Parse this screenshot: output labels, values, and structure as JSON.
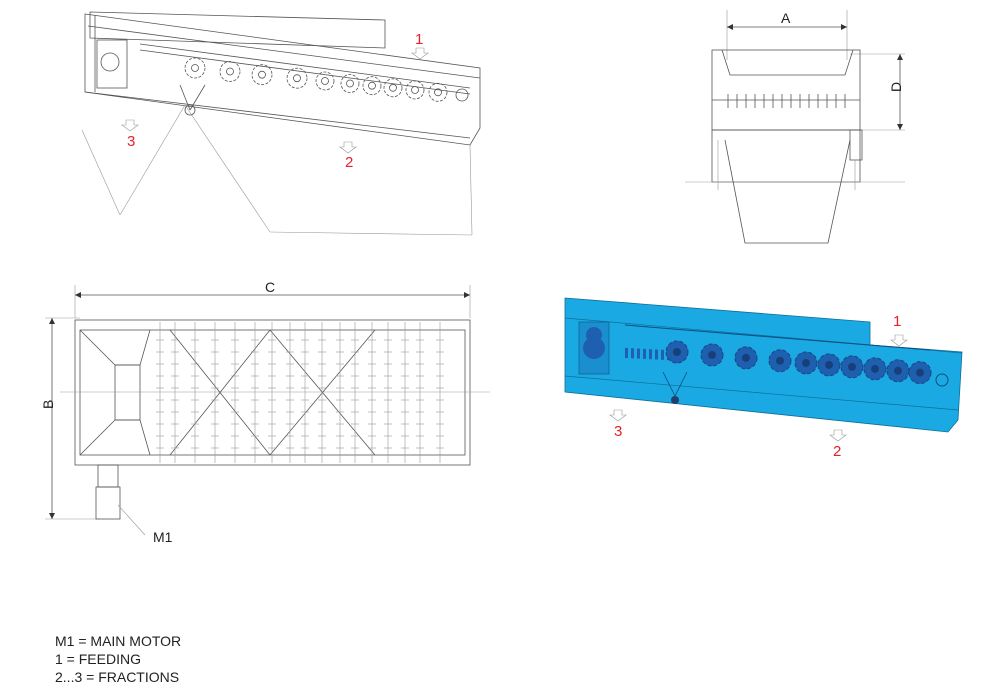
{
  "side_view": {
    "labels": {
      "feeding": "1",
      "fraction_2": "2",
      "fraction_3": "3"
    }
  },
  "front_view": {
    "dims": {
      "width": "A",
      "height": "D"
    }
  },
  "top_view": {
    "dims": {
      "length": "C",
      "width": "B"
    },
    "motor_label": "M1"
  },
  "iso_view": {
    "labels": {
      "feeding": "1",
      "fraction_2": "2",
      "fraction_3": "3"
    },
    "body_color": "#1aa9e2",
    "roller_color": "#1f5fb0",
    "roller_count": 10
  },
  "legend": {
    "items": [
      "M1 = MAIN MOTOR",
      "1 = FEEDING",
      "2...3 = FRACTIONS"
    ]
  },
  "colors": {
    "label_red": "#e8202a"
  }
}
